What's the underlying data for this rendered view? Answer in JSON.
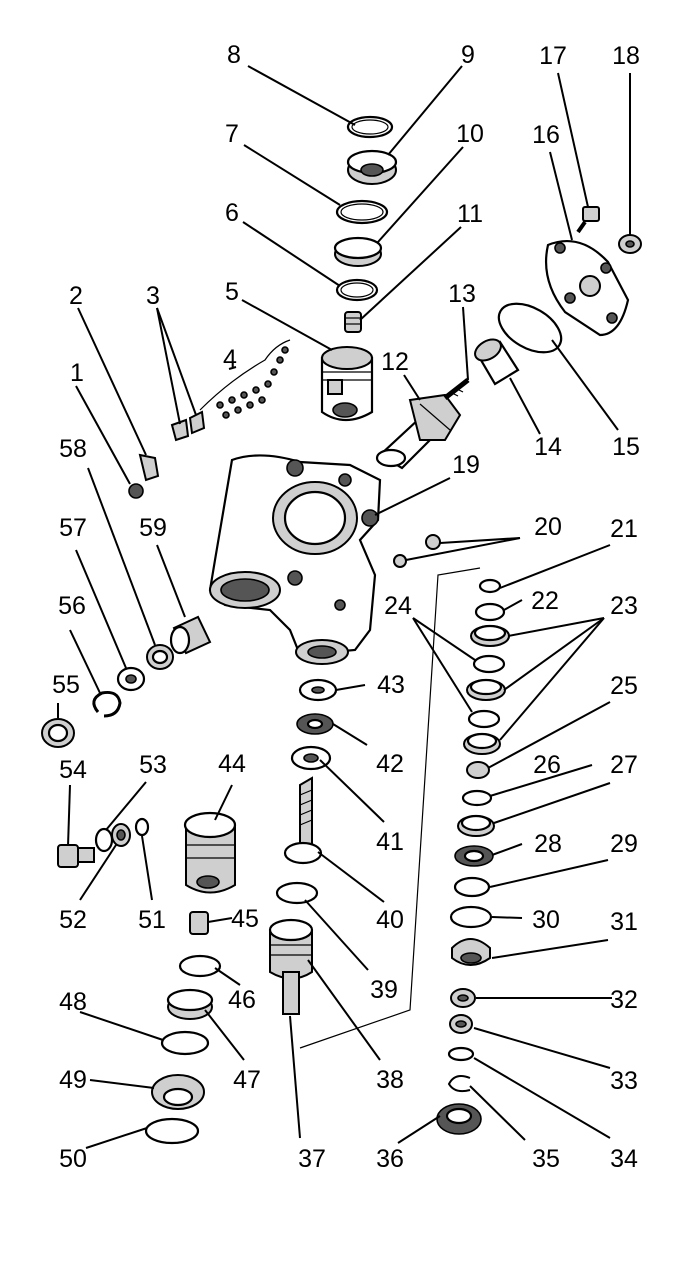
{
  "diagram": {
    "labels": [
      "1",
      "2",
      "3",
      "4",
      "5",
      "6",
      "7",
      "8",
      "9",
      "10",
      "11",
      "12",
      "13",
      "14",
      "15",
      "16",
      "17",
      "18",
      "19",
      "20",
      "21",
      "22",
      "23",
      "24",
      "25",
      "26",
      "27",
      "28",
      "29",
      "30",
      "31",
      "32",
      "33",
      "34",
      "35",
      "36",
      "37",
      "38",
      "39",
      "40",
      "41",
      "42",
      "43",
      "44",
      "45",
      "46",
      "47",
      "48",
      "49",
      "50",
      "51",
      "52",
      "53",
      "54",
      "55",
      "56",
      "57",
      "58",
      "59"
    ]
  }
}
